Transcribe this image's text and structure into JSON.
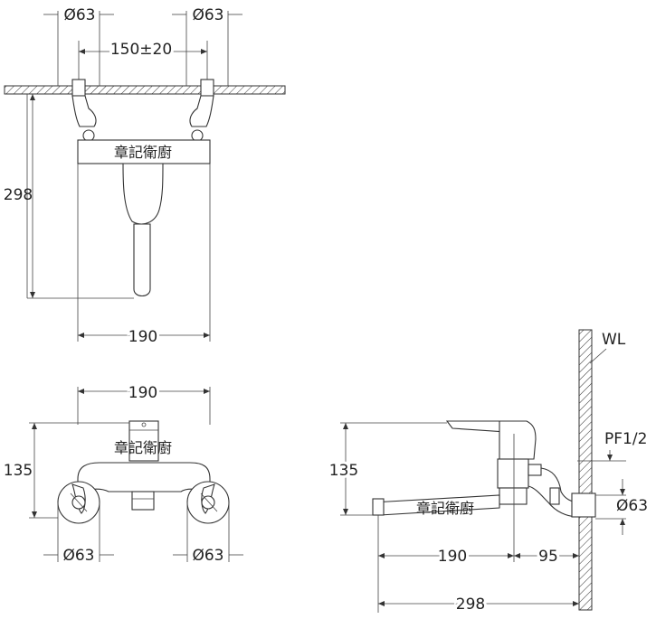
{
  "brand_watermark": "章記衛廚",
  "top_view": {
    "dia_left": "Ø63",
    "dia_right": "Ø63",
    "center_distance": "150±20",
    "height": "298",
    "width": "190"
  },
  "front_view": {
    "width": "190",
    "height": "135",
    "dia_left": "Ø63",
    "dia_right": "Ø63"
  },
  "side_view": {
    "height": "135",
    "wall_label": "WL",
    "thread_label": "PF1/2",
    "dia": "Ø63",
    "reach": "190",
    "offset": "95",
    "total_length": "298"
  }
}
